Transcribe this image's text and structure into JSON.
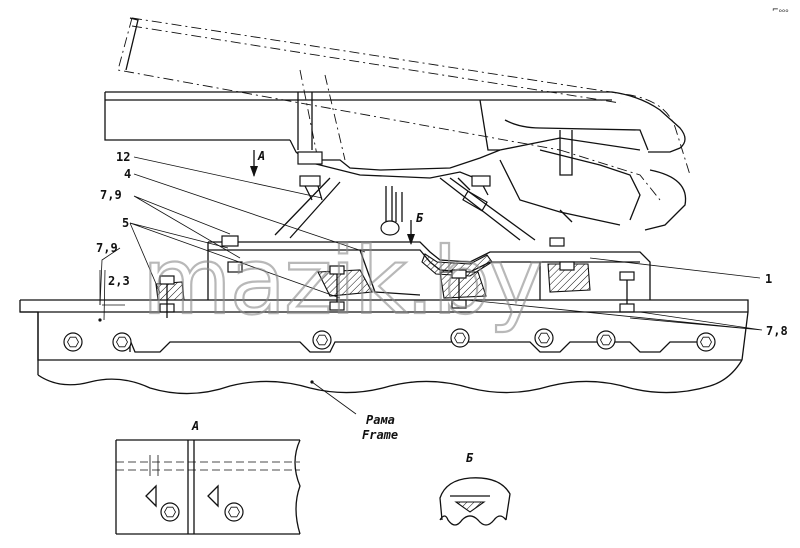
{
  "callouts": {
    "c12": "12",
    "c4": "4",
    "c79_top": "7,9",
    "c5": "5",
    "c79_left": "7,9",
    "c23": "2,3",
    "c1": "1",
    "c78": "7,8"
  },
  "views": {
    "arrow_a": "A",
    "arrow_b": "Б",
    "detail_a_title": "A",
    "detail_b_title": "Б"
  },
  "frame": {
    "label_ru": "Рама",
    "label_en": "Frame"
  },
  "watermark": "mazik.by",
  "corner_mark": "⌐ₒₒₒ"
}
